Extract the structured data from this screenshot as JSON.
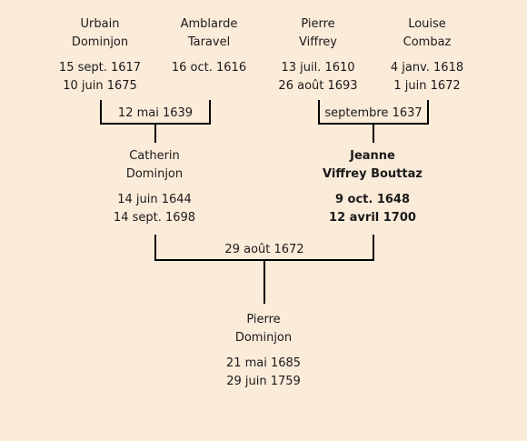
{
  "people": {
    "urbain": {
      "first": "Urbain",
      "last": "Dominjon",
      "birth": "15 sept. 1617",
      "death": "10 juin 1675"
    },
    "amblarde": {
      "first": "Amblarde",
      "last": "Taravel",
      "birth": "16 oct. 1616",
      "death": ""
    },
    "pierre_v": {
      "first": "Pierre",
      "last": "Viffrey",
      "birth": "13 juil. 1610",
      "death": "26 août 1693"
    },
    "louise": {
      "first": "Louise",
      "last": "Combaz",
      "birth": "4 janv. 1618",
      "death": "1 juin 1672"
    },
    "catherin": {
      "first": "Catherin",
      "last": "Dominjon",
      "birth": "14 juin 1644",
      "death": "14 sept. 1698"
    },
    "jeanne": {
      "first": "Jeanne",
      "last": "Viffrey Bouttaz",
      "birth": "9 oct. 1648",
      "death": "12 avril 1700"
    },
    "pierre_d": {
      "first": "Pierre",
      "last": "Dominjon",
      "birth": "21 mai 1685",
      "death": "29 juin 1759"
    }
  },
  "marriages": {
    "urbain_amblarde": "12 mai 1639",
    "pierre_louise": "septembre 1637",
    "catherin_jeanne": "29 août 1672"
  }
}
